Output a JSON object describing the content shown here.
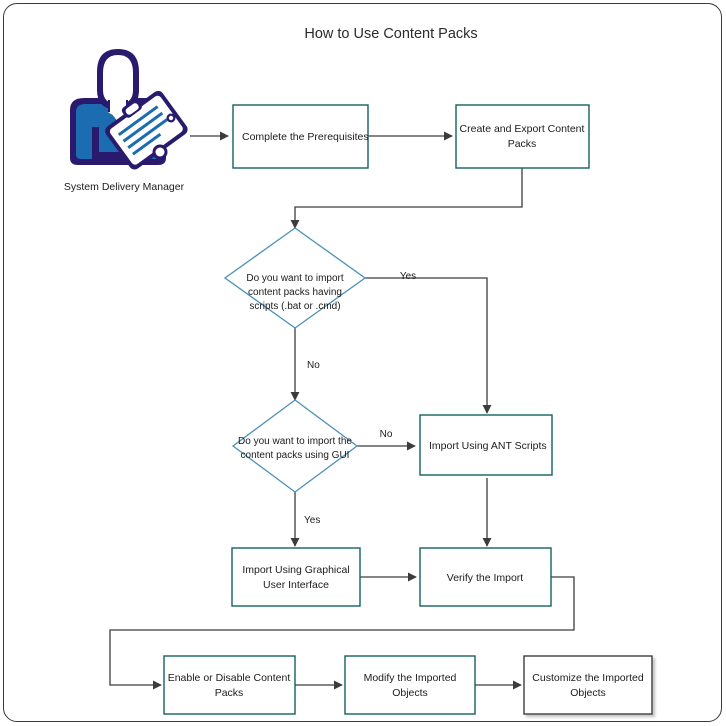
{
  "title": "How to Use Content Packs",
  "colors": {
    "box_border": "#14615e",
    "box_border_alt": "#3c3c3c",
    "diamond_border": "#4a90b8",
    "connector": "#3c3c3c",
    "icon_outline": "#2a1a6e",
    "icon_fill": "#1b6cb0",
    "frame": "#3a3a3a",
    "text": "#1c1c1c",
    "background": "#ffffff"
  },
  "actor": {
    "icon": "person-with-clipboard-icon",
    "label": "System Delivery Manager"
  },
  "chart_data": {
    "type": "diagram",
    "title": "How to Use Content Packs",
    "nodes": [
      {
        "id": "actor",
        "shape": "icon",
        "label": "System Delivery Manager"
      },
      {
        "id": "prereq",
        "shape": "process",
        "label": "Complete the Prerequisites",
        "align": "left"
      },
      {
        "id": "create",
        "shape": "process",
        "label": "Create and Export Content Packs",
        "align": "center"
      },
      {
        "id": "d1",
        "shape": "decision",
        "label": "Do you want to import content packs having scripts (.bat or .cmd)"
      },
      {
        "id": "d2",
        "shape": "decision",
        "label": "Do you want to import the content packs using GUI"
      },
      {
        "id": "ant",
        "shape": "process",
        "label": "Import Using ANT Scripts",
        "align": "left"
      },
      {
        "id": "gui",
        "shape": "process",
        "label": "Import Using Graphical User Interface",
        "align": "center"
      },
      {
        "id": "verify",
        "shape": "process",
        "label": "Verify the Import",
        "align": "center"
      },
      {
        "id": "enable",
        "shape": "process",
        "label": "Enable or Disable Content Packs",
        "align": "center"
      },
      {
        "id": "modify",
        "shape": "process",
        "label": "Modify the Imported Objects",
        "align": "center"
      },
      {
        "id": "customize",
        "shape": "process-alt",
        "label": "Customize the Imported Objects",
        "align": "center"
      }
    ],
    "edges": [
      {
        "from": "actor",
        "to": "prereq",
        "label": ""
      },
      {
        "from": "prereq",
        "to": "create",
        "label": ""
      },
      {
        "from": "create",
        "to": "d1",
        "label": ""
      },
      {
        "from": "d1",
        "to": "ant",
        "label": "Yes"
      },
      {
        "from": "d1",
        "to": "d2",
        "label": "No"
      },
      {
        "from": "d2",
        "to": "ant",
        "label": "No"
      },
      {
        "from": "d2",
        "to": "gui",
        "label": "Yes"
      },
      {
        "from": "ant",
        "to": "verify",
        "label": ""
      },
      {
        "from": "gui",
        "to": "verify",
        "label": ""
      },
      {
        "from": "verify",
        "to": "enable",
        "label": ""
      },
      {
        "from": "enable",
        "to": "modify",
        "label": ""
      },
      {
        "from": "modify",
        "to": "customize",
        "label": ""
      }
    ]
  },
  "nodes": {
    "prereq": {
      "line1": "Complete the Prerequisites"
    },
    "create": {
      "line1": "Create and Export Content",
      "line2": "Packs"
    },
    "decision1": {
      "line1": "Do you want to import",
      "line2": "content packs having",
      "line3": "scripts (.bat or .cmd)"
    },
    "decision2": {
      "line1": "Do you want to import the",
      "line2": "content packs using GUI"
    },
    "ant": {
      "line1": "Import Using ANT Scripts"
    },
    "gui": {
      "line1": "Import Using Graphical",
      "line2": "User Interface"
    },
    "verify": {
      "line1": "Verify the Import"
    },
    "enable": {
      "line1": "Enable or Disable Content",
      "line2": "Packs"
    },
    "modify": {
      "line1": "Modify the Imported",
      "line2": "Objects"
    },
    "customize": {
      "line1": "Customize the Imported",
      "line2": "Objects"
    }
  },
  "edge_labels": {
    "d1_yes": "Yes",
    "d1_no": "No",
    "d2_no": "No",
    "d2_yes": "Yes"
  }
}
